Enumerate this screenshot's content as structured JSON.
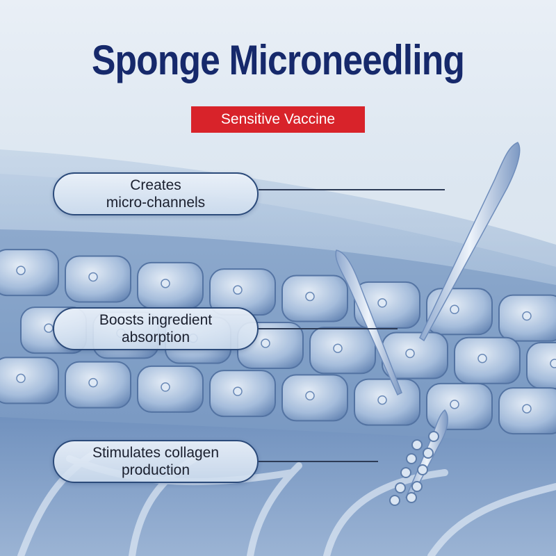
{
  "header": {
    "title": "Sponge Microneedling",
    "badge": "Sensitive Vaccine"
  },
  "callouts": [
    {
      "line1": "Creates",
      "line2": "micro-channels"
    },
    {
      "line1": "Boosts ingredient",
      "line2": "absorption"
    },
    {
      "line1": "Stimulates collagen",
      "line2": "production"
    }
  ],
  "colors": {
    "title": "#16296b",
    "badge_bg": "#d8232a",
    "badge_text": "#ffffff",
    "pill_border": "#2b4a7a"
  }
}
